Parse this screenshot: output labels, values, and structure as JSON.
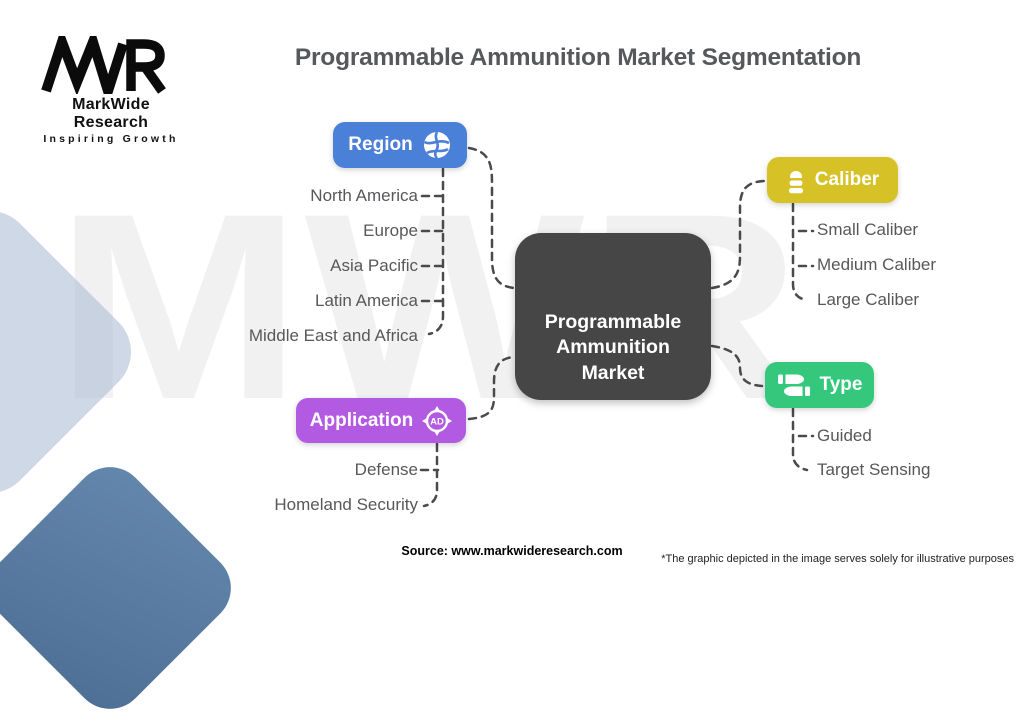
{
  "logo": {
    "name": "MarkWide Research",
    "tagline": "Inspiring Growth",
    "monogram": "MWR"
  },
  "title": "Programmable Ammunition Market Segmentation",
  "center": {
    "label": "Programmable Ammunition Market"
  },
  "branches": {
    "region": {
      "label": "Region",
      "icon": "globe-icon",
      "color": "#4a80d8",
      "items": [
        "North America",
        "Europe",
        "Asia Pacific",
        "Latin America",
        "Middle East and Africa"
      ]
    },
    "caliber": {
      "label": "Caliber",
      "icon": "bullet-icon",
      "color": "#d6c226",
      "items": [
        "Small Caliber",
        "Medium Caliber",
        "Large Caliber"
      ]
    },
    "application": {
      "label": "Application",
      "icon": "ad-target-icon",
      "ad_text": "AD",
      "color": "#b35ae3",
      "items": [
        "Defense",
        "Homeland Security"
      ]
    },
    "type": {
      "label": "Type",
      "icon": "dual-bullets-icon",
      "color": "#35c87d",
      "items": [
        "Guided",
        "Target Sensing"
      ]
    }
  },
  "footer": {
    "source": "Source: www.markwideresearch.com",
    "disclaimer": "*The graphic depicted in the image serves solely for illustrative purposes"
  },
  "colors": {
    "center_node": "#464646",
    "text_gray": "#57585b",
    "connector": "#4a4a4a",
    "watermark": "#f1f1f2",
    "diamond_light": "#a8b8d1",
    "diamond_dark": "#597ba3"
  }
}
